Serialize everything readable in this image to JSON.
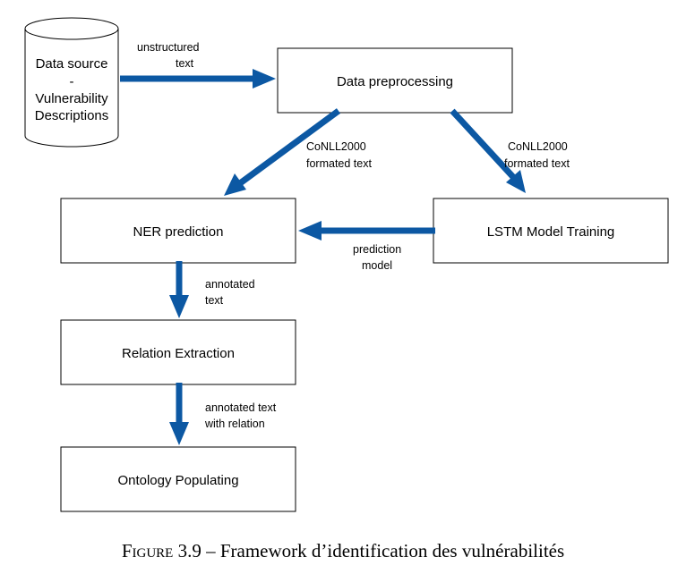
{
  "diagram": {
    "nodes": {
      "data_source": {
        "lines": [
          "Data source",
          "-",
          "Vulnerability",
          "Descriptions"
        ]
      },
      "preprocessing": {
        "label": "Data preprocessing"
      },
      "ner": {
        "label": "NER prediction"
      },
      "lstm": {
        "label": "LSTM Model Training"
      },
      "relation": {
        "label": "Relation Extraction"
      },
      "ontology": {
        "label": "Ontology Populating"
      }
    },
    "edges": {
      "source_to_pre": {
        "lines": [
          "unstructured",
          "text"
        ]
      },
      "pre_to_ner": {
        "lines": [
          "CoNLL2000",
          "formated text"
        ]
      },
      "pre_to_lstm": {
        "lines": [
          "CoNLL2000",
          "formated text"
        ]
      },
      "lstm_to_ner": {
        "lines": [
          "prediction",
          "model"
        ]
      },
      "ner_to_relation": {
        "lines": [
          "annotated",
          "text"
        ]
      },
      "relation_to_ontology": {
        "lines": [
          "annotated text",
          "with relation"
        ]
      }
    },
    "colors": {
      "arrow": "#0c58a3",
      "box_stroke": "#000000"
    }
  },
  "caption": {
    "label": "Figure 3.9",
    "separator": "–",
    "text": "Framework d’identification des vulnérabilités"
  }
}
